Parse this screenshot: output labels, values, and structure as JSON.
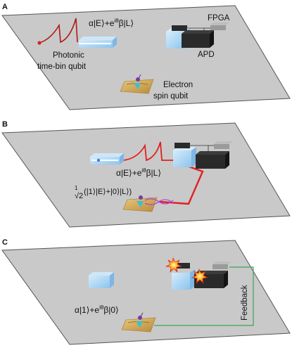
{
  "panels": [
    {
      "letter": "A",
      "state": "α|E⟩+e^{iθ}β|L⟩",
      "photonic_label": [
        "Photonic",
        "time-bin qubit"
      ],
      "electron_label": [
        "Electron",
        "spin qubit"
      ],
      "fpga": "FPGA",
      "apd": "APD"
    },
    {
      "letter": "B",
      "state": "α|E⟩+e^{iθ}β|L⟩",
      "entangled_state": "1/√2(|1⟩|E⟩+|0⟩|L⟩)"
    },
    {
      "letter": "C",
      "state": "α|1⟩+e^{iθ}β|0⟩",
      "feedback": "Feedback"
    }
  ],
  "colors": {
    "plane": "#c9c9c9",
    "plane_edge": "#555555",
    "laser": "#e02020",
    "pulse": "#b01818",
    "feedback_line": "#3aa55a",
    "waveguide": "#9ecdf3",
    "apd_box": "#2a2a2a",
    "fpga_box": "#9a9a9a",
    "substrate": "#d8b36a"
  }
}
